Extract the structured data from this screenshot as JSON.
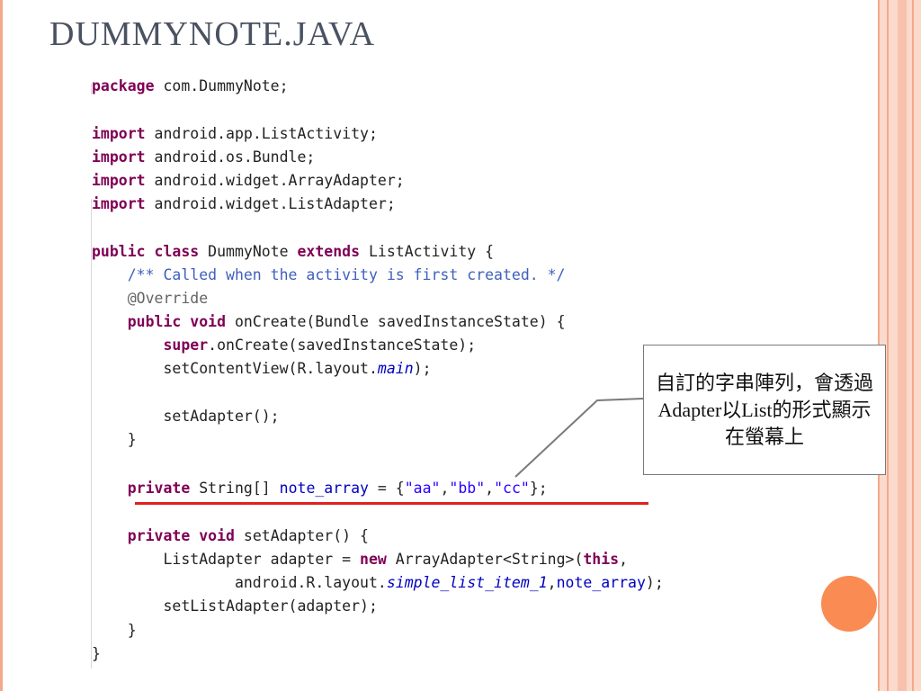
{
  "slide": {
    "title": "DUMMYNOTE.JAVA",
    "callout": "自訂的字串陣列，會透過Adapter以List的形式顯示在螢幕上"
  },
  "code": {
    "l1": [
      "package",
      " com.DummyNote;"
    ],
    "l2": [
      "import",
      " android.app.ListActivity;"
    ],
    "l3": [
      "import",
      " android.os.Bundle;"
    ],
    "l4": [
      "import",
      " android.widget.ArrayAdapter;"
    ],
    "l5": [
      "import",
      " android.widget.ListAdapter;"
    ],
    "l6": [
      "public class",
      " DummyNote ",
      "extends",
      " ListActivity {"
    ],
    "l7": [
      "    /** Called when the activity is first created. */"
    ],
    "l8": [
      "    @Override"
    ],
    "l9": [
      "    ",
      "public void",
      " onCreate(Bundle savedInstanceState) {"
    ],
    "l10": [
      "        ",
      "super",
      ".onCreate(savedInstanceState);"
    ],
    "l11": [
      "        setContentView(R.layout.",
      "main",
      ");"
    ],
    "l12": [
      "        setAdapter();"
    ],
    "l13": [
      "    }"
    ],
    "l14": [
      "    ",
      "private",
      " String[] ",
      "note_array",
      " = {",
      "\"aa\"",
      ",",
      "\"bb\"",
      ",",
      "\"cc\"",
      "};"
    ],
    "l15": [
      "    ",
      "private void",
      " setAdapter() {"
    ],
    "l16": [
      "        ListAdapter adapter = ",
      "new",
      " ArrayAdapter<String>(",
      "this",
      ","
    ],
    "l17": [
      "                android.R.layout.",
      "simple_list_item_1",
      ",",
      "note_array",
      ");"
    ],
    "l18": [
      "        setListAdapter(adapter);"
    ],
    "l19": [
      "    }"
    ],
    "l20": [
      "}"
    ]
  },
  "colors": {
    "accent_stripe": "#f4a98c",
    "dot": "#fa8b53",
    "underline": "#e02020",
    "keyword": "#7f0055",
    "comment": "#3f5fbf",
    "string": "#2a00ff"
  }
}
